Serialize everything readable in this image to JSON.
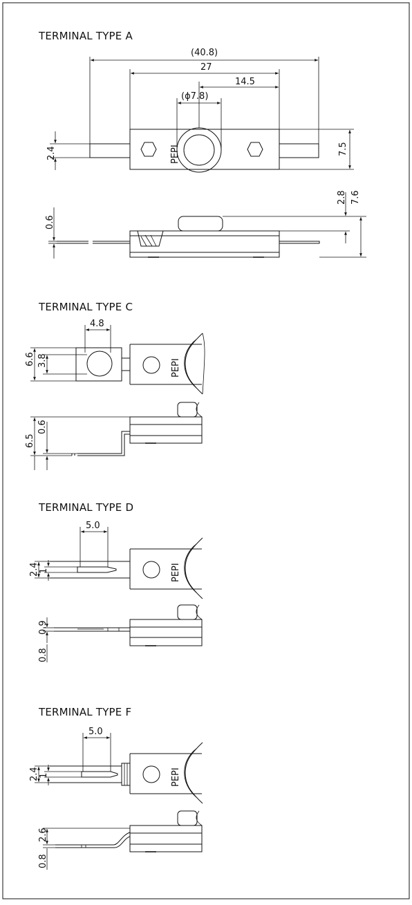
{
  "sections": [
    {
      "title": "TERMINAL TYPE A",
      "logo": "PEPI",
      "dims": {
        "overall": "(40.8)",
        "body": "27",
        "center": "14.5",
        "dia": "(ϕ7.8)",
        "tab_h": "2.4",
        "body_h": "7.5",
        "side_t": "0.6",
        "side_a": "2.8",
        "side_b": "7.6"
      }
    },
    {
      "title": "TERMINAL TYPE C",
      "logo": "PEPI",
      "dims": {
        "hole_w": "4.8",
        "outer_h": "6.6",
        "hole_h": "3.8",
        "side_h": "6.5",
        "side_t": "0.6"
      }
    },
    {
      "title": "TERMINAL TYPE D",
      "logo": "PEPI",
      "dims": {
        "len": "5.0",
        "tab_h": "2.4",
        "slot": "1",
        "side_a": "0.9",
        "side_b": "0.8"
      }
    },
    {
      "title": "TERMINAL TYPE F",
      "logo": "PEPI",
      "dims": {
        "len": "5.0",
        "tab_h": "2.4",
        "slot": "1",
        "side_a": "2.6",
        "side_b": "0.8"
      }
    }
  ]
}
